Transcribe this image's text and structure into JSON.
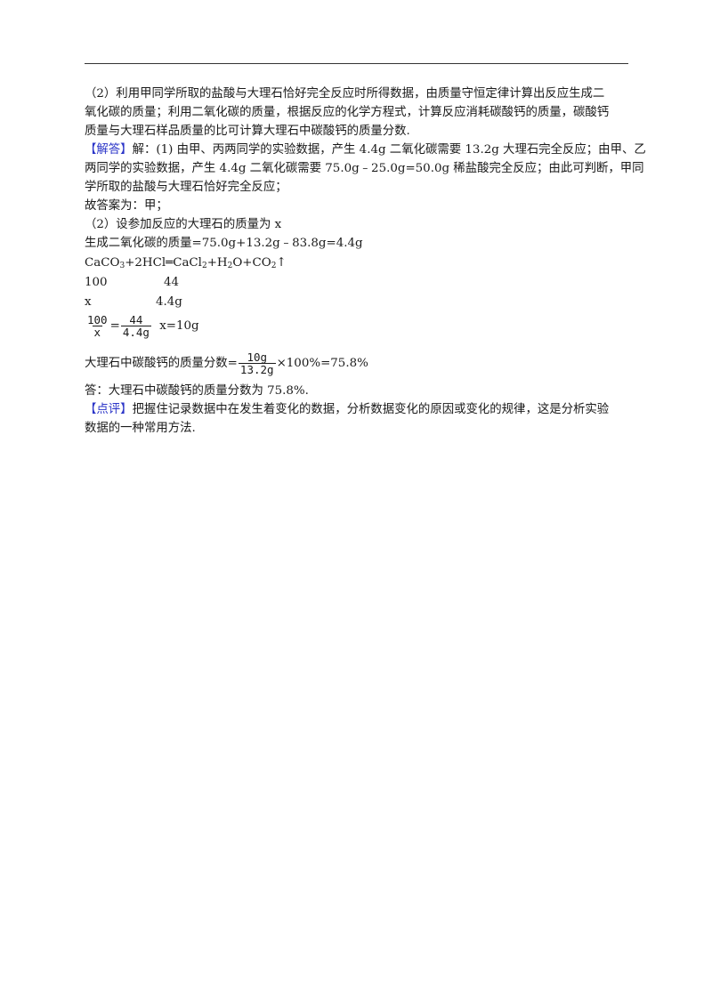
{
  "analysis": {
    "p2_line1": "（2）利用甲同学所取的盐酸与大理石恰好完全反应时所得数据，由质量守恒定律计算出反应生成二",
    "p2_line2": "氧化碳的质量；利用二氧化碳的质量，根据反应的化学方程式，计算反应消耗碳酸钙的质量，碳酸钙",
    "p2_line3": "质量与大理石样品质量的比可计算大理石中碳酸钙的质量分数."
  },
  "solution": {
    "tag": "【解答】",
    "line1": "解：(1) 由甲、丙两同学的实验数据，产生 4.4g 二氧化碳需要 13.2g 大理石完全反应；由甲、乙",
    "line2": "两同学的实验数据，产生 4.4g 二氧化碳需要 75.0g﹣25.0g=50.0g 稀盐酸完全反应；由此可判断，甲同",
    "line3": "学所取的盐酸与大理石恰好完全反应；",
    "answer1": "故答案为：甲；",
    "setup": "（2）设参加反应的大理石的质量为 x",
    "co2_mass": "生成二氧化碳的质量=75.0g+13.2g﹣83.8g=4.4g",
    "equation": {
      "p1": "CaCO",
      "s1": "3",
      "p2": "+2HCl═CaCl",
      "s2": "2",
      "p3": "+H",
      "s3": "2",
      "p4": "O+CO",
      "s4": "2",
      "p5": "↑"
    },
    "ratio_row1": {
      "left": "100",
      "right": "44"
    },
    "ratio_row2": {
      "left": "x",
      "right": "4.4g"
    },
    "proportion": {
      "num1": "100",
      "den1": "x",
      "eq": "=",
      "num2": "44",
      "den2": "4.4g",
      "result": "x=10g"
    },
    "fraction_line": {
      "prefix": "大理石中碳酸钙的质量分数=",
      "num": "10g",
      "den": "13.2g",
      "suffix": "×100%=75.8%"
    },
    "answer2": "答：大理石中碳酸钙的质量分数为 75.8%."
  },
  "comment": {
    "tag": "【点评】",
    "line1": "把握住记录数据中在发生着变化的数据，分析数据变化的原因或变化的规律，这是分析实验",
    "line2": "数据的一种常用方法."
  }
}
